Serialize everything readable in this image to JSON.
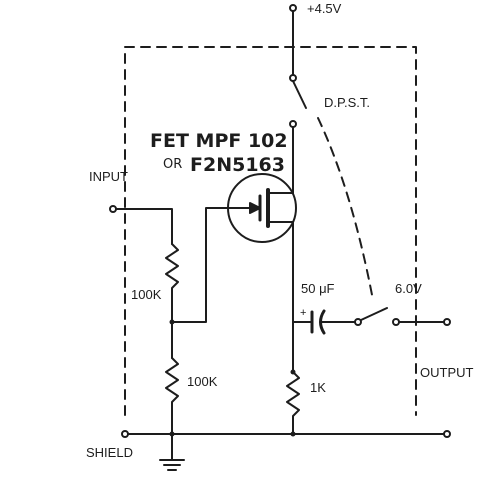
{
  "diagram": {
    "labels": {
      "supply": "+4.5V",
      "switch": "D.P.S.T.",
      "fet_line1": "FET MPF 102",
      "fet_or": "OR",
      "fet_line2": "F2N5163",
      "input": "INPUT",
      "r_top": "100K",
      "r_bottom": "100K",
      "capacitor": "50 μF",
      "cap_plus": "+",
      "switch_voltage": "6.0V",
      "output": "OUTPUT",
      "r_load": "1K",
      "shield": "SHIELD"
    },
    "colors": {
      "ink": "#1d1d1d",
      "background": "#ffffff"
    }
  }
}
